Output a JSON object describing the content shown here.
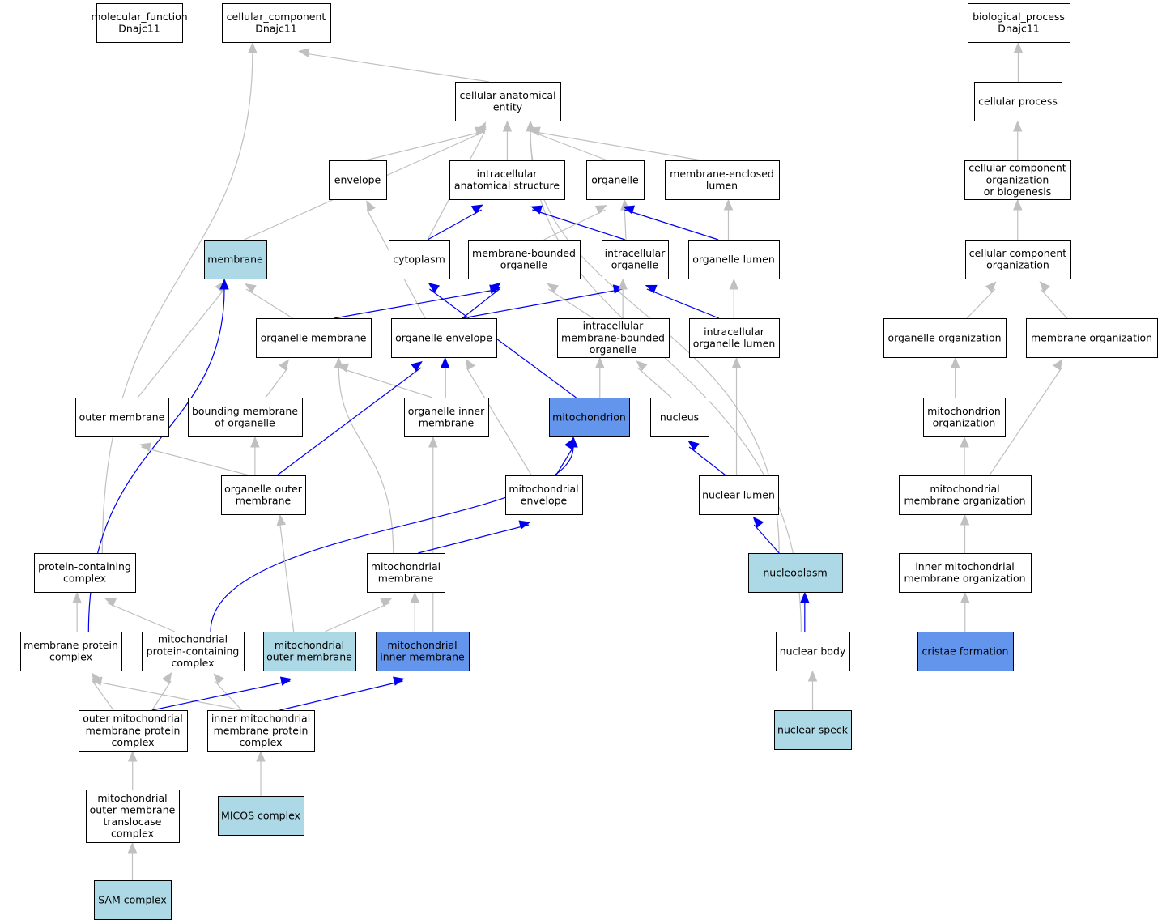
{
  "colors": {
    "edge_gray": "#c0c0c0",
    "edge_blue": "#0000ee",
    "fill_light": "#add8e6",
    "fill_dark": "#6495ed",
    "fill_white": "#ffffff"
  },
  "nodes": [
    {
      "id": "mf",
      "lines": [
        "molecular_function",
        "Dnajc11"
      ],
      "fill": "white"
    },
    {
      "id": "cc",
      "lines": [
        "cellular_component",
        "Dnajc11"
      ],
      "fill": "white"
    },
    {
      "id": "bp",
      "lines": [
        "biological_process",
        "Dnajc11"
      ],
      "fill": "white"
    },
    {
      "id": "cae",
      "lines": [
        "cellular anatomical",
        "entity"
      ],
      "fill": "white"
    },
    {
      "id": "cellproc",
      "lines": [
        "cellular process"
      ],
      "fill": "white"
    },
    {
      "id": "envelope",
      "lines": [
        "envelope"
      ],
      "fill": "white"
    },
    {
      "id": "ias",
      "lines": [
        "intracellular",
        "anatomical structure"
      ],
      "fill": "white"
    },
    {
      "id": "organelle",
      "lines": [
        "organelle"
      ],
      "fill": "white"
    },
    {
      "id": "mel",
      "lines": [
        "membrane-enclosed",
        "lumen"
      ],
      "fill": "white"
    },
    {
      "id": "ccob",
      "lines": [
        "cellular component",
        "organization",
        "or biogenesis"
      ],
      "fill": "white"
    },
    {
      "id": "membrane",
      "lines": [
        "membrane"
      ],
      "fill": "light"
    },
    {
      "id": "cytoplasm",
      "lines": [
        "cytoplasm"
      ],
      "fill": "white"
    },
    {
      "id": "mbo",
      "lines": [
        "membrane-bounded",
        "organelle"
      ],
      "fill": "white"
    },
    {
      "id": "io",
      "lines": [
        "intracellular",
        "organelle"
      ],
      "fill": "white"
    },
    {
      "id": "ol",
      "lines": [
        "organelle lumen"
      ],
      "fill": "white"
    },
    {
      "id": "cco",
      "lines": [
        "cellular component",
        "organization"
      ],
      "fill": "white"
    },
    {
      "id": "om",
      "lines": [
        "organelle membrane"
      ],
      "fill": "white"
    },
    {
      "id": "oe",
      "lines": [
        "organelle envelope"
      ],
      "fill": "white"
    },
    {
      "id": "imbo",
      "lines": [
        "intracellular",
        "membrane-bounded",
        "organelle"
      ],
      "fill": "white"
    },
    {
      "id": "iol",
      "lines": [
        "intracellular",
        "organelle lumen"
      ],
      "fill": "white"
    },
    {
      "id": "oo",
      "lines": [
        "organelle organization"
      ],
      "fill": "white"
    },
    {
      "id": "memorg",
      "lines": [
        "membrane organization"
      ],
      "fill": "white"
    },
    {
      "id": "outerm",
      "lines": [
        "outer membrane"
      ],
      "fill": "white"
    },
    {
      "id": "bmo",
      "lines": [
        "bounding membrane",
        "of organelle"
      ],
      "fill": "white"
    },
    {
      "id": "oim",
      "lines": [
        "organelle inner",
        "membrane"
      ],
      "fill": "white"
    },
    {
      "id": "mito",
      "lines": [
        "mitochondrion"
      ],
      "fill": "dark"
    },
    {
      "id": "nucleus",
      "lines": [
        "nucleus"
      ],
      "fill": "white"
    },
    {
      "id": "mitoorg",
      "lines": [
        "mitochondrion",
        "organization"
      ],
      "fill": "white"
    },
    {
      "id": "oom",
      "lines": [
        "organelle outer",
        "membrane"
      ],
      "fill": "white"
    },
    {
      "id": "me",
      "lines": [
        "mitochondrial",
        "envelope"
      ],
      "fill": "white"
    },
    {
      "id": "nl",
      "lines": [
        "nuclear lumen"
      ],
      "fill": "white"
    },
    {
      "id": "mmo",
      "lines": [
        "mitochondrial",
        "membrane organization"
      ],
      "fill": "white"
    },
    {
      "id": "pcc",
      "lines": [
        "protein-containing",
        "complex"
      ],
      "fill": "white"
    },
    {
      "id": "mm",
      "lines": [
        "mitochondrial",
        "membrane"
      ],
      "fill": "white"
    },
    {
      "id": "nucleoplasm",
      "lines": [
        "nucleoplasm"
      ],
      "fill": "light"
    },
    {
      "id": "immo",
      "lines": [
        "inner mitochondrial",
        "membrane organization"
      ],
      "fill": "white"
    },
    {
      "id": "mpc",
      "lines": [
        "membrane protein",
        "complex"
      ],
      "fill": "white"
    },
    {
      "id": "mpcc",
      "lines": [
        "mitochondrial",
        "protein-containing",
        "complex"
      ],
      "fill": "white"
    },
    {
      "id": "mom",
      "lines": [
        "mitochondrial",
        "outer membrane"
      ],
      "fill": "light"
    },
    {
      "id": "mim",
      "lines": [
        "mitochondrial",
        "inner membrane"
      ],
      "fill": "dark"
    },
    {
      "id": "nb",
      "lines": [
        "nuclear body"
      ],
      "fill": "white"
    },
    {
      "id": "cristae",
      "lines": [
        "cristae formation"
      ],
      "fill": "dark"
    },
    {
      "id": "ompc",
      "lines": [
        "outer mitochondrial",
        "membrane protein",
        "complex"
      ],
      "fill": "white"
    },
    {
      "id": "impc",
      "lines": [
        "inner mitochondrial",
        "membrane protein",
        "complex"
      ],
      "fill": "white"
    },
    {
      "id": "ns",
      "lines": [
        "nuclear speck"
      ],
      "fill": "light"
    },
    {
      "id": "tom",
      "lines": [
        "mitochondrial",
        "outer membrane",
        "translocase",
        "complex"
      ],
      "fill": "white"
    },
    {
      "id": "micos",
      "lines": [
        "MICOS complex"
      ],
      "fill": "light"
    },
    {
      "id": "sam",
      "lines": [
        "SAM complex"
      ],
      "fill": "light"
    }
  ],
  "edges": [
    {
      "from": "pcc",
      "to": "cc",
      "color": "gray"
    },
    {
      "from": "cae",
      "to": "cc",
      "color": "gray"
    },
    {
      "from": "cellproc",
      "to": "bp",
      "color": "gray"
    },
    {
      "from": "envelope",
      "to": "cae",
      "color": "gray"
    },
    {
      "from": "ias",
      "to": "cae",
      "color": "gray"
    },
    {
      "from": "organelle",
      "to": "cae",
      "color": "gray"
    },
    {
      "from": "mel",
      "to": "cae",
      "color": "gray"
    },
    {
      "from": "membrane",
      "to": "cae",
      "color": "gray"
    },
    {
      "from": "cytoplasm",
      "to": "cae",
      "color": "gray"
    },
    {
      "from": "nucleoplasm",
      "to": "cae",
      "color": "gray"
    },
    {
      "from": "nb",
      "to": "cae",
      "color": "gray"
    },
    {
      "from": "ccob",
      "to": "cellproc",
      "color": "gray"
    },
    {
      "from": "cco",
      "to": "ccob",
      "color": "gray"
    },
    {
      "from": "cytoplasm",
      "to": "ias",
      "color": "blue"
    },
    {
      "from": "io",
      "to": "ias",
      "color": "blue"
    },
    {
      "from": "mbo",
      "to": "organelle",
      "color": "gray"
    },
    {
      "from": "io",
      "to": "organelle",
      "color": "gray"
    },
    {
      "from": "ol",
      "to": "organelle",
      "color": "blue"
    },
    {
      "from": "ol",
      "to": "mel",
      "color": "gray"
    },
    {
      "from": "oe",
      "to": "envelope",
      "color": "gray"
    },
    {
      "from": "om",
      "to": "membrane",
      "color": "gray"
    },
    {
      "from": "outerm",
      "to": "membrane",
      "color": "gray"
    },
    {
      "from": "mpc",
      "to": "membrane",
      "color": "blue"
    },
    {
      "from": "om",
      "to": "mbo",
      "color": "blue"
    },
    {
      "from": "oe",
      "to": "mbo",
      "color": "blue"
    },
    {
      "from": "imbo",
      "to": "mbo",
      "color": "gray"
    },
    {
      "from": "oe",
      "to": "io",
      "color": "blue"
    },
    {
      "from": "imbo",
      "to": "io",
      "color": "gray"
    },
    {
      "from": "iol",
      "to": "io",
      "color": "blue"
    },
    {
      "from": "iol",
      "to": "ol",
      "color": "gray"
    },
    {
      "from": "mito",
      "to": "cytoplasm",
      "color": "blue"
    },
    {
      "from": "oo",
      "to": "cco",
      "color": "gray"
    },
    {
      "from": "memorg",
      "to": "cco",
      "color": "gray"
    },
    {
      "from": "bmo",
      "to": "om",
      "color": "gray"
    },
    {
      "from": "oim",
      "to": "om",
      "color": "gray"
    },
    {
      "from": "mm",
      "to": "om",
      "color": "gray"
    },
    {
      "from": "oim",
      "to": "oe",
      "color": "blue"
    },
    {
      "from": "oom",
      "to": "oe",
      "color": "blue"
    },
    {
      "from": "me",
      "to": "oe",
      "color": "gray"
    },
    {
      "from": "mito",
      "to": "imbo",
      "color": "gray"
    },
    {
      "from": "nucleus",
      "to": "imbo",
      "color": "gray"
    },
    {
      "from": "nl",
      "to": "iol",
      "color": "gray"
    },
    {
      "from": "mitoorg",
      "to": "oo",
      "color": "gray"
    },
    {
      "from": "mmo",
      "to": "memorg",
      "color": "gray"
    },
    {
      "from": "oom",
      "to": "outerm",
      "color": "gray"
    },
    {
      "from": "oom",
      "to": "bmo",
      "color": "gray"
    },
    {
      "from": "mim",
      "to": "oim",
      "color": "gray"
    },
    {
      "from": "me",
      "to": "mito",
      "color": "blue"
    },
    {
      "from": "mpcc",
      "to": "mito",
      "color": "blue"
    },
    {
      "from": "nl",
      "to": "nucleus",
      "color": "blue"
    },
    {
      "from": "mmo",
      "to": "mitoorg",
      "color": "gray"
    },
    {
      "from": "mom",
      "to": "oom",
      "color": "gray"
    },
    {
      "from": "mm",
      "to": "me",
      "color": "blue"
    },
    {
      "from": "nucleoplasm",
      "to": "nl",
      "color": "blue"
    },
    {
      "from": "immo",
      "to": "mmo",
      "color": "gray"
    },
    {
      "from": "mpc",
      "to": "pcc",
      "color": "gray"
    },
    {
      "from": "mpcc",
      "to": "pcc",
      "color": "gray"
    },
    {
      "from": "mom",
      "to": "mm",
      "color": "gray"
    },
    {
      "from": "mim",
      "to": "mm",
      "color": "gray"
    },
    {
      "from": "nb",
      "to": "nucleoplasm",
      "color": "blue"
    },
    {
      "from": "cristae",
      "to": "immo",
      "color": "gray"
    },
    {
      "from": "ompc",
      "to": "mpc",
      "color": "gray"
    },
    {
      "from": "impc",
      "to": "mpc",
      "color": "gray"
    },
    {
      "from": "ompc",
      "to": "mpcc",
      "color": "gray"
    },
    {
      "from": "impc",
      "to": "mpcc",
      "color": "gray"
    },
    {
      "from": "ompc",
      "to": "mom",
      "color": "blue"
    },
    {
      "from": "impc",
      "to": "mim",
      "color": "blue"
    },
    {
      "from": "ns",
      "to": "nb",
      "color": "gray"
    },
    {
      "from": "tom",
      "to": "ompc",
      "color": "gray"
    },
    {
      "from": "micos",
      "to": "impc",
      "color": "gray"
    },
    {
      "from": "sam",
      "to": "tom",
      "color": "gray"
    }
  ]
}
